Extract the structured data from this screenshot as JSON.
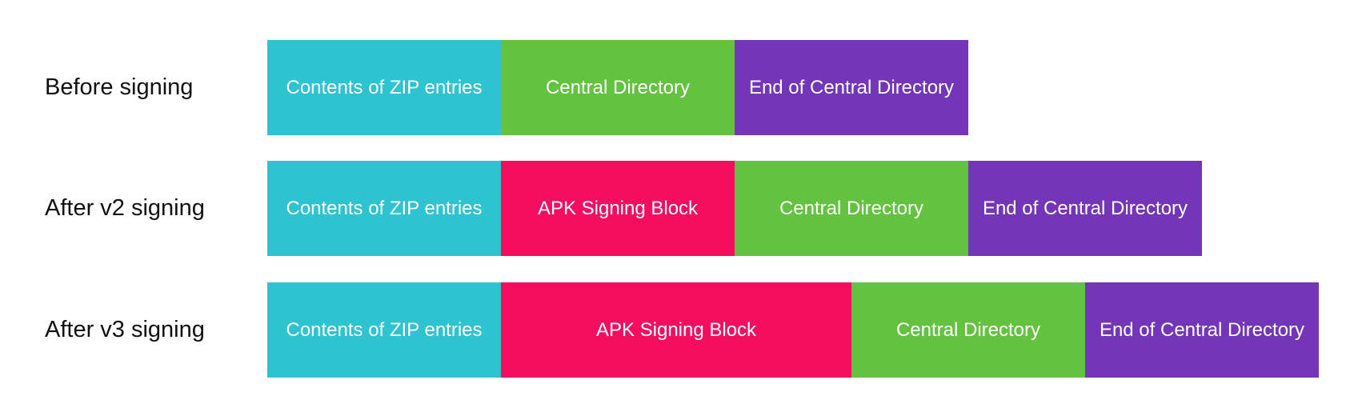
{
  "colors": {
    "zip_entries": "#2EC3D0",
    "signing_block": "#F50D5E",
    "central_directory": "#63C340",
    "end_of_central_directory": "#7436B8"
  },
  "rows": [
    {
      "label": "Before signing",
      "segments": [
        {
          "kind": "zip_entries",
          "label": "Contents of ZIP entries"
        },
        {
          "kind": "central_directory",
          "label": "Central Directory"
        },
        {
          "kind": "end_of_central_directory",
          "label": "End of Central Directory"
        }
      ]
    },
    {
      "label": "After v2 signing",
      "segments": [
        {
          "kind": "zip_entries",
          "label": "Contents of ZIP entries"
        },
        {
          "kind": "signing_block",
          "label": "APK Signing Block"
        },
        {
          "kind": "central_directory",
          "label": "Central Directory"
        },
        {
          "kind": "end_of_central_directory",
          "label": "End of Central Directory"
        }
      ]
    },
    {
      "label": "After v3 signing",
      "segments": [
        {
          "kind": "zip_entries",
          "label": "Contents of ZIP entries"
        },
        {
          "kind": "signing_block",
          "label": "APK Signing Block"
        },
        {
          "kind": "central_directory",
          "label": "Central Directory"
        },
        {
          "kind": "end_of_central_directory",
          "label": "End of Central Directory"
        }
      ]
    }
  ]
}
